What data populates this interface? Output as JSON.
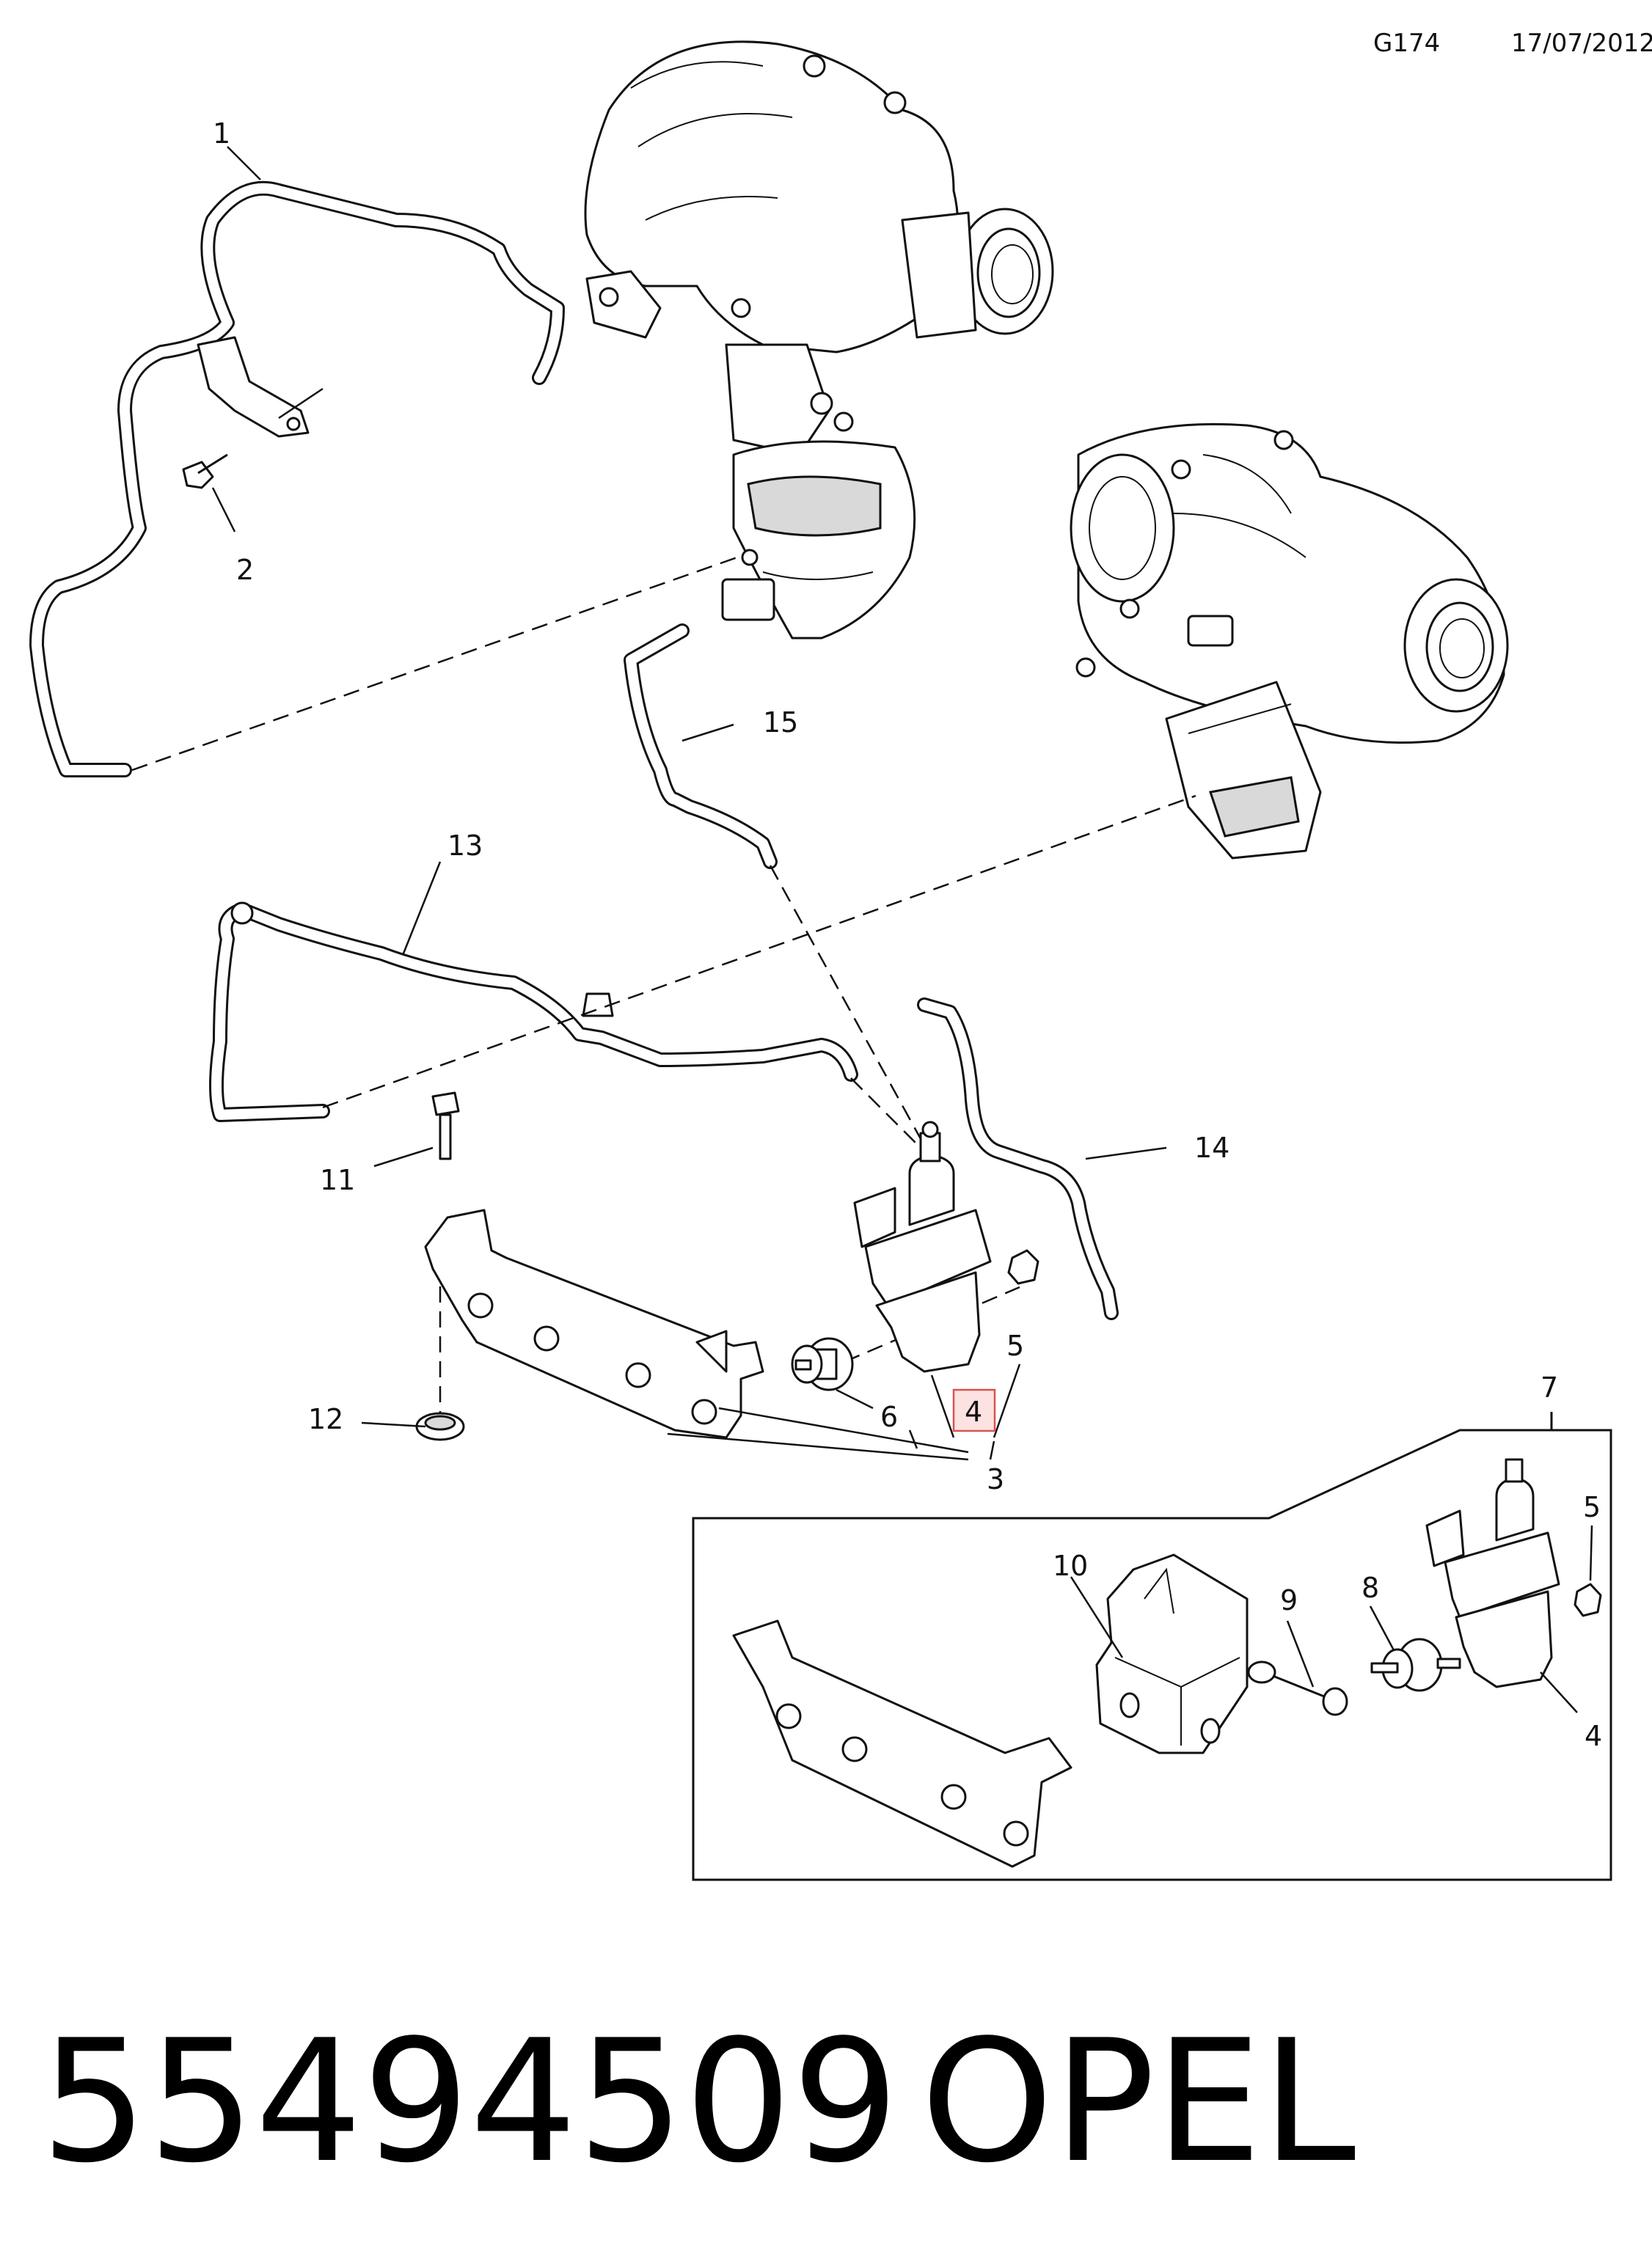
{
  "header": {
    "diagram_code": "G174",
    "date": "17/07/2012"
  },
  "callouts": {
    "c1": "1",
    "c2": "2",
    "c3": "3",
    "c4_highlighted": "4",
    "c5": "5",
    "c6": "6",
    "c7": "7",
    "c11": "11",
    "c12": "12",
    "c13": "13",
    "c14": "14",
    "c15": "15"
  },
  "inset_callouts": {
    "c4": "4",
    "c5": "5",
    "c8": "8",
    "c9": "9",
    "c10": "10"
  },
  "highlight_color": "#d9534f",
  "footer": {
    "part_number": "55494509",
    "brand": "OPEL"
  }
}
